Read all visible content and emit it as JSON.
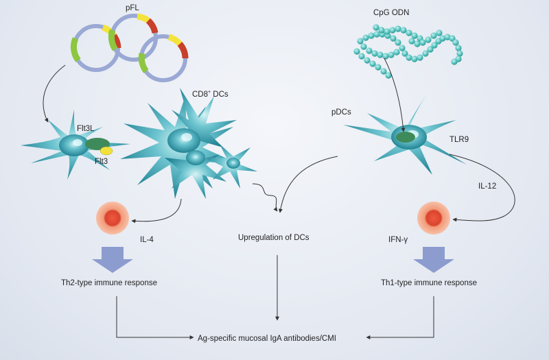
{
  "labels": {
    "pfl": "pFL",
    "cpg_odn": "CpG ODN",
    "cd8_dcs_prefix": "CD8",
    "cd8_dcs_sup": "+",
    "cd8_dcs_suffix": " DCs",
    "pdcs": "pDCs",
    "flt3l": "Flt3L",
    "flt3": "Flt3",
    "tlr9": "TLR9",
    "il12": "IL-12",
    "il4": "IL-4",
    "ifn_gamma": "IFN-γ",
    "upregulation": "Upregulation of DCs",
    "th2_response": "Th2-type immune response",
    "th1_response": "Th1-type immune response",
    "outcome": "Ag-specific mucosal IgA antibodies/CMI"
  },
  "colors": {
    "plasmid_ring": "#9aa9d4",
    "plasmid_green": "#8dc63f",
    "plasmid_yellow": "#f3e33a",
    "plasmid_red": "#c8402a",
    "cell_teal": "#2a9cad",
    "cell_dark": "#157786",
    "receptor_green": "#3f8a5a",
    "receptor_yellow": "#f0e23a",
    "tcell_orange": "#f2a07a",
    "tcell_red": "#d9442e",
    "big_arrow": "#8c9ccf",
    "cpg_bead": "#5cc6c2"
  }
}
